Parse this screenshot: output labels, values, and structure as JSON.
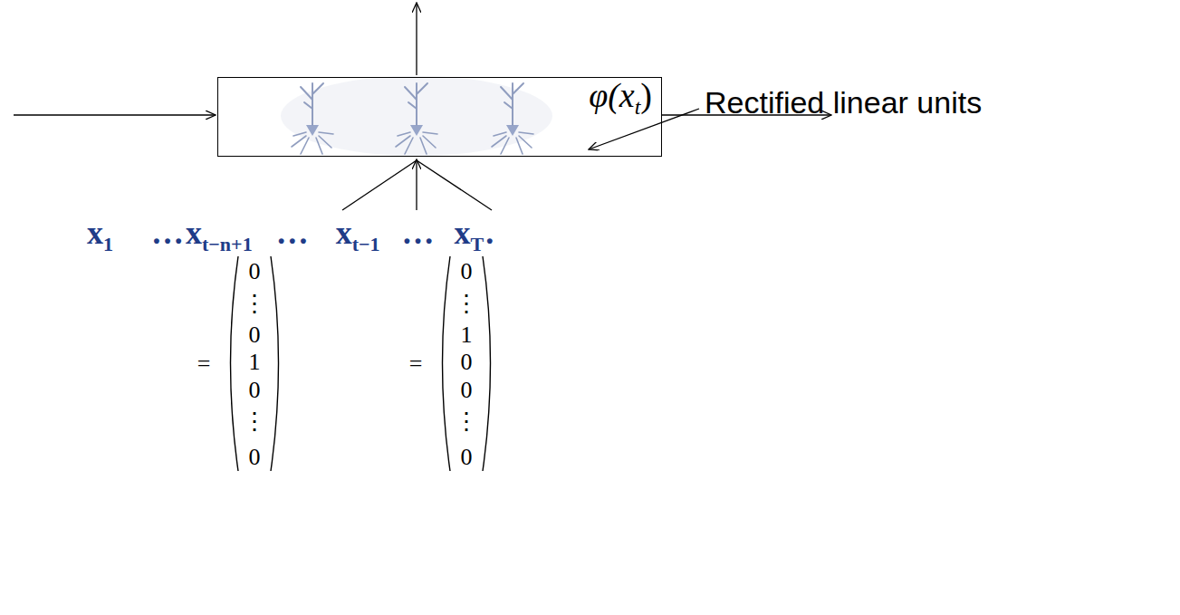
{
  "diagram": {
    "nodes": [
      {
        "text": [
          "φ(x",
          "t",
          ")"
        ]
      }
    ],
    "labels": [
      "Rectified linear units",
      "x",
      "1",
      "…",
      "x",
      "t−n+1",
      "…",
      "x",
      "t−1",
      "…",
      "x",
      "T",
      ".",
      "=",
      "0",
      "⋮",
      "0",
      "1",
      "0",
      "⋮",
      "0",
      "=",
      "0",
      "⋮",
      "1",
      "0",
      "0",
      "⋮",
      "0"
    ]
  }
}
